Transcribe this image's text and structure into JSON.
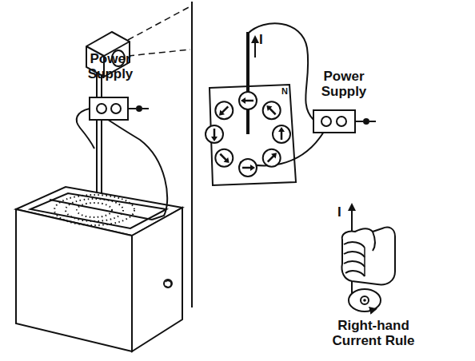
{
  "diagram": {
    "labels": [
      "Power Supply",
      "Power Supply",
      "I",
      "N",
      "I",
      "Right-hand Current Rule"
    ]
  }
}
